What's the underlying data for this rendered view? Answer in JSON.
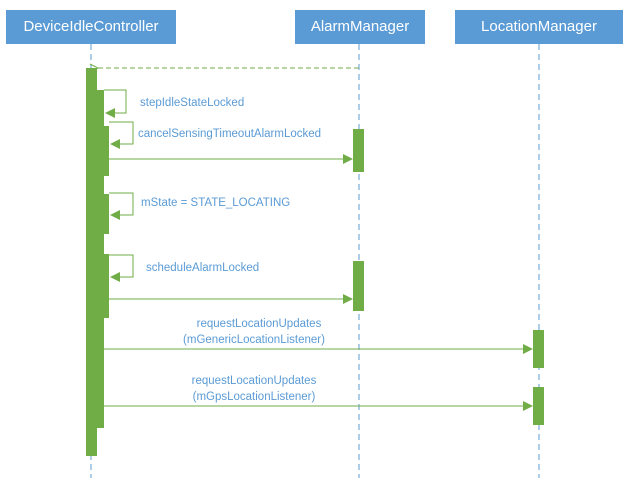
{
  "participants": {
    "device_idle_controller": "DeviceIdleController",
    "alarm_manager": "AlarmManager",
    "location_manager": "LocationManager"
  },
  "messages": {
    "step_idle": "stepIdleStateLocked",
    "cancel_sensing": "cancelSensingTimeoutAlarmLocked",
    "m_state": "mState = STATE_LOCATING",
    "schedule_alarm": "scheduleAlarmLocked",
    "request_generic_line1": "requestLocationUpdates",
    "request_generic_line2": "(mGenericLocationListener)",
    "request_gps_line1": "requestLocationUpdates",
    "request_gps_line2": "(mGpsLocationListener)"
  },
  "colors": {
    "header_blue": "#5b9bd5",
    "activation_green": "#70ad47",
    "label_blue": "#5b9bd5"
  }
}
